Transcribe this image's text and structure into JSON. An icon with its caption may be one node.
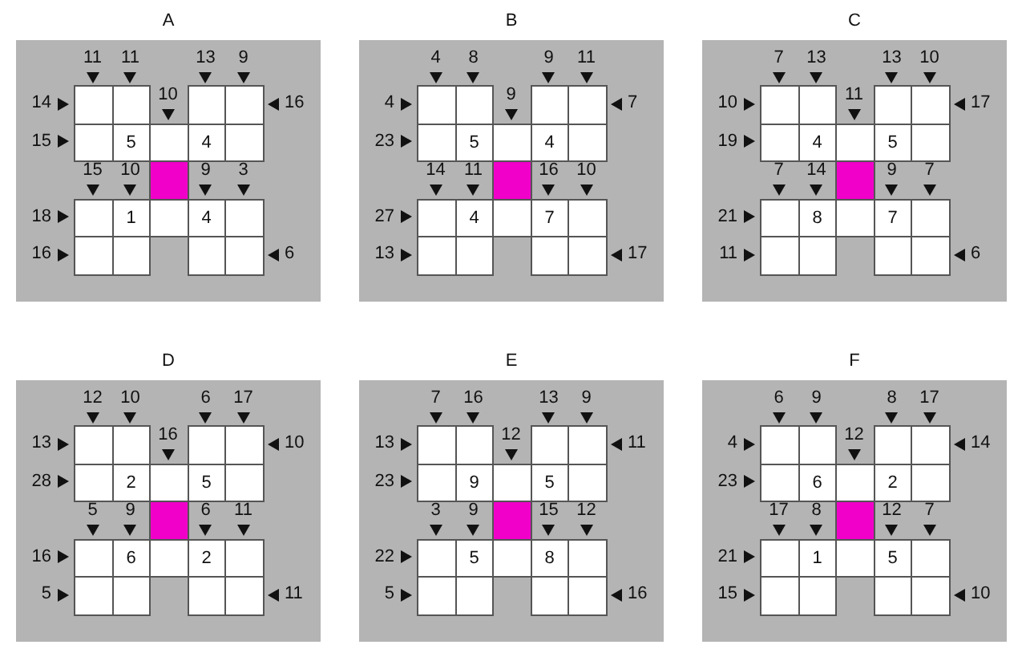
{
  "diagram": {
    "nodes": [
      {
        "text": [
          "A"
        ]
      },
      {
        "text": [],
        "shape": "box",
        "in": 0
      },
      {
        "text": [],
        "shape": "box",
        "in": 0
      },
      {
        "text": [],
        "shape": "box",
        "in": 0
      },
      {
        "text": [],
        "shape": "box",
        "in": 0
      },
      {
        "text": [],
        "shape": "box",
        "in": 0
      },
      {
        "text": [
          "5"
        ],
        "in": 0
      },
      {
        "text": [],
        "shape": "box",
        "in": 0
      },
      {
        "text": [
          "4"
        ],
        "in": 0
      },
      {
        "text": [],
        "shape": "box",
        "in": 0
      },
      {
        "text": [],
        "shape": "box",
        "in": 0
      },
      {
        "text": [],
        "shape": "box",
        "in": 0
      },
      {
        "text": [
          "1"
        ],
        "in": 0
      },
      {
        "text": [],
        "shape": "box",
        "in": 0
      },
      {
        "text": [
          "4"
        ],
        "in": 0
      },
      {
        "text": [],
        "shape": "box",
        "in": 0
      },
      {
        "text": [],
        "shape": "box",
        "in": 0
      },
      {
        "text": [],
        "shape": "box",
        "in": 0
      },
      {
        "text": [],
        "shape": "box",
        "in": 0
      },
      {
        "text": [],
        "shape": "box",
        "in": 0
      },
      {
        "text": [
          "B"
        ]
      },
      {
        "text": [],
        "shape": "box",
        "in": 20
      },
      {
        "text": [],
        "shape": "box",
        "in": 20
      },
      {
        "text": [],
        "shape": "box",
        "in": 20
      },
      {
        "text": [],
        "shape": "box",
        "in": 20
      },
      {
        "text": [],
        "shape": "box",
        "in": 20
      },
      {
        "text": [
          "5"
        ],
        "in": 20
      },
      {
        "text": [],
        "shape": "box",
        "in": 20
      },
      {
        "text": [
          "4"
        ],
        "in": 20
      },
      {
        "text": [],
        "shape": "box",
        "in": 20
      },
      {
        "text": [],
        "shape": "box",
        "in": 20
      },
      {
        "text": [],
        "shape": "box",
        "in": 20
      },
      {
        "text": [
          "4"
        ],
        "in": 20
      },
      {
        "text": [],
        "shape": "box",
        "in": 20
      },
      {
        "text": [
          "7"
        ],
        "in": 20
      },
      {
        "text": [],
        "shape": "box",
        "in": 20
      },
      {
        "text": [],
        "shape": "box",
        "in": 20
      },
      {
        "text": [],
        "shape": "box",
        "in": 20
      },
      {
        "text": [],
        "shape": "box",
        "in": 20
      },
      {
        "text": [],
        "shape": "box",
        "in": 20
      },
      {
        "text": [
          "C"
        ]
      },
      {
        "text": [],
        "shape": "box",
        "in": 40
      },
      {
        "text": [],
        "shape": "box",
        "in": 40
      },
      {
        "text": [],
        "shape": "box",
        "in": 40
      },
      {
        "text": [],
        "shape": "box",
        "in": 40
      },
      {
        "text": [],
        "shape": "box",
        "in": 40
      },
      {
        "text": [
          "4"
        ],
        "in": 40
      },
      {
        "text": [],
        "shape": "box",
        "in": 40
      },
      {
        "text": [
          "5"
        ],
        "in": 40
      },
      {
        "text": [],
        "shape": "box",
        "in": 40
      },
      {
        "text": [],
        "shape": "box",
        "in": 40
      },
      {
        "text": [],
        "shape": "box",
        "in": 40
      },
      {
        "text": [
          "8"
        ],
        "in": 40
      },
      {
        "text": [],
        "shape": "box",
        "in": 40
      },
      {
        "text": [
          "7"
        ],
        "in": 40
      },
      {
        "text": [],
        "shape": "box",
        "in": 40
      },
      {
        "text": [],
        "shape": "box",
        "in": 40
      },
      {
        "text": [],
        "shape": "box",
        "in": 40
      },
      {
        "text": [],
        "shape": "box",
        "in": 40
      },
      {
        "text": [],
        "shape": "box",
        "in": 40
      },
      {
        "text": [
          "D"
        ]
      },
      {
        "text": [],
        "shape": "box",
        "in": 60
      },
      {
        "text": [],
        "shape": "box",
        "in": 60
      },
      {
        "text": [],
        "shape": "box",
        "in": 60
      },
      {
        "text": [],
        "shape": "box",
        "in": 60
      },
      {
        "text": [],
        "shape": "box",
        "in": 60
      },
      {
        "text": [
          "2"
        ],
        "in": 60
      },
      {
        "text": [],
        "shape": "box",
        "in": 60
      },
      {
        "text": [
          "5"
        ],
        "in": 60
      },
      {
        "text": [],
        "shape": "box",
        "in": 60
      },
      {
        "text": [],
        "shape": "box",
        "in": 60
      },
      {
        "text": [],
        "shape": "box",
        "in": 60
      },
      {
        "text": [
          "6"
        ],
        "in": 60
      },
      {
        "text": [],
        "shape": "box",
        "in": 60
      },
      {
        "text": [
          "2"
        ],
        "in": 60
      },
      {
        "text": [],
        "shape": "box",
        "in": 60
      },
      {
        "text": [],
        "shape": "box",
        "in": 60
      },
      {
        "text": [],
        "shape": "box",
        "in": 60
      },
      {
        "text": [],
        "shape": "box",
        "in": 60
      },
      {
        "text": [],
        "shape": "box",
        "in": 60
      },
      {
        "text": [
          "E"
        ]
      },
      {
        "text": [],
        "shape": "box",
        "in": 80
      },
      {
        "text": [],
        "shape": "box",
        "in": 80
      },
      {
        "text": [],
        "shape": "box",
        "in": 80
      },
      {
        "text": [],
        "shape": "box",
        "in": 80
      },
      {
        "text": [],
        "shape": "box",
        "in": 80
      },
      {
        "text": [
          "9"
        ],
        "in": 80
      },
      {
        "text": [],
        "shape": "box",
        "in": 80
      },
      {
        "text": [
          "5"
        ],
        "in": 80
      },
      {
        "text": [],
        "shape": "box",
        "in": 80
      },
      {
        "text": [],
        "shape": "box",
        "in": 80
      },
      {
        "text": [],
        "shape": "box",
        "in": 80
      },
      {
        "text": [
          "5"
        ],
        "in": 80
      },
      {
        "text": [],
        "shape": "box",
        "in": 80
      },
      {
        "text": [
          "8"
        ],
        "in": 80
      },
      {
        "text": [],
        "shape": "box",
        "in": 80
      },
      {
        "text": [],
        "shape": "box",
        "in": 80
      },
      {
        "text": [],
        "shape": "box",
        "in": 80
      },
      {
        "text": [],
        "shape": "box",
        "in": 80
      },
      {
        "text": [],
        "shape": "box",
        "in": 80
      },
      {
        "text": [
          "F"
        ]
      },
      {
        "text": [],
        "shape": "box",
        "in": 100
      },
      {
        "text": [],
        "shape": "box",
        "in": 100
      },
      {
        "text": [],
        "shape": "box",
        "in": 100
      },
      {
        "text": [],
        "shape": "box",
        "in": 100
      },
      {
        "text": [],
        "shape": "box",
        "in": 100
      },
      {
        "text": [
          "6"
        ],
        "in": 100
      },
      {
        "text": [],
        "shape": "box",
        "in": 100
      },
      {
        "text": [
          "2"
        ],
        "in": 100
      },
      {
        "text": [],
        "shape": "box",
        "in": 100
      },
      {
        "text": [],
        "shape": "box",
        "in": 100
      },
      {
        "text": [],
        "shape": "box",
        "in": 100
      },
      {
        "text": [
          "1"
        ],
        "in": 100
      },
      {
        "text": [],
        "shape": "box",
        "in": 100
      },
      {
        "text": [
          "5"
        ],
        "in": 100
      },
      {
        "text": [],
        "shape": "box",
        "in": 100
      },
      {
        "text": [],
        "shape": "box",
        "in": 100
      },
      {
        "text": [],
        "shape": "box",
        "in": 100
      },
      {
        "text": [],
        "shape": "box",
        "in": 100
      },
      {
        "text": [],
        "shape": "box",
        "in": 100
      }
    ],
    "labels": [
      "11",
      "11",
      "13",
      "9",
      "14",
      "10",
      "16",
      "15",
      "15",
      "10",
      "9",
      "3",
      "18",
      "16",
      "6",
      "4",
      "8",
      "9",
      "11",
      "4",
      "9",
      "7",
      "23",
      "14",
      "11",
      "16",
      "10",
      "27",
      "13",
      "17",
      "7",
      "13",
      "13",
      "10",
      "10",
      "11",
      "17",
      "19",
      "7",
      "14",
      "9",
      "7",
      "21",
      "11",
      "6",
      "12",
      "10",
      "6",
      "17",
      "13",
      "16",
      "10",
      "28",
      "5",
      "9",
      "6",
      "11",
      "16",
      "5",
      "11",
      "7",
      "16",
      "13",
      "9",
      "13",
      "12",
      "11",
      "23",
      "3",
      "9",
      "15",
      "12",
      "22",
      "5",
      "16",
      "6",
      "9",
      "8",
      "17",
      "4",
      "12",
      "14",
      "23",
      "17",
      "8",
      "12",
      "7",
      "21",
      "15",
      "10"
    ]
  }
}
